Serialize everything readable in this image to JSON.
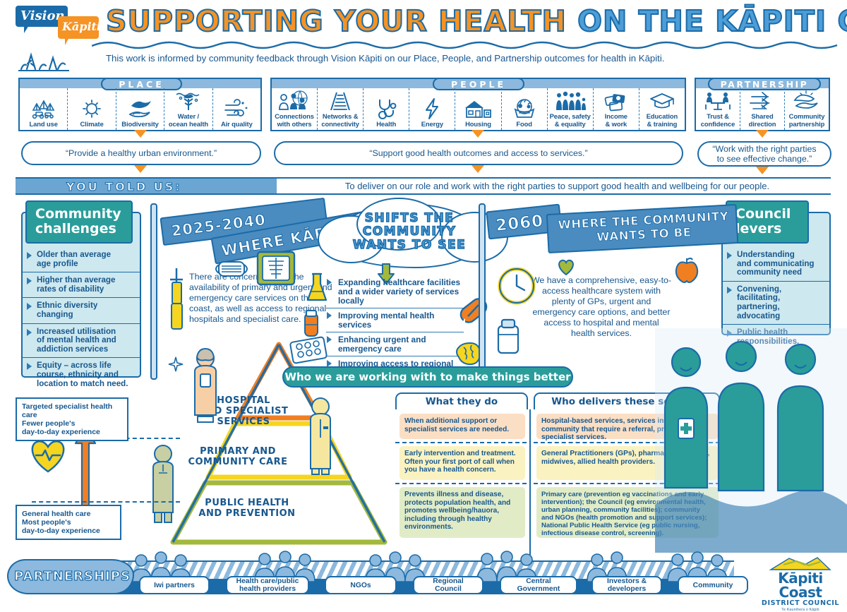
{
  "header": {
    "logo": {
      "line1": "Vision",
      "line2": "Kāpiti"
    },
    "title_parts": [
      {
        "text": "SUPPORTING YOUR HEALTH",
        "color": "#f59324"
      },
      {
        "text": "ON THE KĀPITI COAST",
        "color": "#4d9ed6"
      }
    ],
    "title_full": "SUPPORTING YOUR HEALTH ON THE KĀPITI COAST",
    "subtitle": "This work is informed by community feedback through Vision Kāpiti on our Place, People, and Partnership outcomes for health in Kāpiti."
  },
  "outcomes": {
    "place": {
      "title": "PLACE",
      "quote": "“Provide a healthy urban environment.”",
      "items": [
        {
          "label": "Land use",
          "icon": "land-use-icon"
        },
        {
          "label": "Climate",
          "icon": "sun-climate-icon"
        },
        {
          "label": "Biodiversity",
          "icon": "bird-lizard-icon"
        },
        {
          "label": "Water /\nocean health",
          "icon": "water-plant-icon"
        },
        {
          "label": "Air quality",
          "icon": "wind-icon"
        }
      ]
    },
    "people": {
      "title": "PEOPLE",
      "quote": "“Support good health outcomes and access to services.”",
      "items": [
        {
          "label": "Connections\nwith others",
          "icon": "people-connections-icon"
        },
        {
          "label": "Networks &\nconnectivity",
          "icon": "railway-icon"
        },
        {
          "label": "Health",
          "icon": "stethoscope-icon"
        },
        {
          "label": "Energy",
          "icon": "lightning-bolt-icon"
        },
        {
          "label": "Housing",
          "icon": "house-icon"
        },
        {
          "label": "Food",
          "icon": "food-basket-icon"
        },
        {
          "label": "Peace, safety\n& equality",
          "icon": "people-group-icon"
        },
        {
          "label": "Income\n& work",
          "icon": "money-work-icon"
        },
        {
          "label": "Education\n& training",
          "icon": "graduation-cap-icon"
        }
      ]
    },
    "partnership": {
      "title": "PARTNERSHIP",
      "quote": "“Work with the right parties\nto see effective change.”",
      "items": [
        {
          "label": "Trust &\nconfidence",
          "icon": "meeting-table-icon"
        },
        {
          "label": "Shared\ndirection",
          "icon": "arrows-direction-icon"
        },
        {
          "label": "Community\npartnership",
          "icon": "helping-hands-icon"
        }
      ]
    }
  },
  "you_told_us": {
    "label": "YOU TOLD US:",
    "text": "To deliver on our role and work with the right parties to support good health and wellbeing for our people."
  },
  "community_challenges": {
    "title": "Community\nchallenges",
    "items": [
      "Older than average\nage profile",
      "Higher than average\nrates of disability",
      "Ethnic diversity changing",
      "Increased utilisation\nof mental health and\naddiction services",
      "Equity – across life\ncourse, ethnicity and\nlocation to match need."
    ]
  },
  "council_levers": {
    "title": "Council\nlevers",
    "items": [
      "Understanding\nand communicating\ncommunity need",
      "Convening, facilitating,\npartnering, advocating",
      "Public health\nresponsibilities."
    ]
  },
  "timeline": {
    "current": {
      "years": "2025-2040",
      "heading": "WHERE KĀPITI IS",
      "body": "There are concerns about the availability of primary and urgent and emergency care services on the coast, as well as access to regional hospitals and specialist care."
    },
    "shifts": {
      "title": "SHIFTS THE\nCOMMUNITY\nWANTS TO SEE",
      "items": [
        "Expanding healthcare facilities and a wider variety of services locally",
        "Improving mental health services",
        "Enhancing urgent and emergency care",
        "Improving access to regional hospital services."
      ]
    },
    "future": {
      "years": "2060",
      "heading": "WHERE THE COMMUNITY\nWANTS TO BE",
      "body": "We have a comprehensive, easy-to-access healthcare system with plenty of GPs, urgent and emergency care options, and better access to hospital and mental health services."
    }
  },
  "working_with_bar": "Who we are working with to make things better",
  "pyramid": {
    "tiers": [
      {
        "label": "HOSPITAL\nAND SPECIALIST\nSERVICES",
        "color": "#f07f22"
      },
      {
        "label": "PRIMARY AND\nCOMMUNITY CARE",
        "color": "#f5d520"
      },
      {
        "label": "PUBLIC HEALTH\nAND PREVENTION",
        "color": "#a3b93c"
      }
    ],
    "callout_top": "Targeted specialist health care\nFewer people's\nday-to-day experience",
    "callout_bottom": "General health care\nMost people's\nday-to-day experience"
  },
  "services_table": {
    "col1_header": "What they do",
    "col2_header": "Who delivers these services",
    "rows": [
      {
        "what": "When additional support or specialist services are needed.",
        "who": "Hospital-based services, services in the community that require a referral, private specialist services.",
        "color": "#fbdfc4"
      },
      {
        "what": "Early intervention and treatment. Often your first port of call when you have a health concern.",
        "who": "General Practitioners (GPs), pharmacists, nurses, midwives, allied health providers.",
        "color": "#faf2c0"
      },
      {
        "what": "Prevents illness and disease, protects population health, and promotes wellbeing/hauora, including through healthy environments.",
        "who": "Primary care (prevention eg vaccinations and early intervention); the Council (eg environmental health, urban planning, community facilities); community and NGOs (health promotion and support services); National Public Health Service (eg public nursing, infectious disease control, screening).",
        "color": "#e1ecc6"
      }
    ]
  },
  "partnerships": {
    "label": "PARTNERSHIPS",
    "chips": [
      "Iwi partners",
      "Health care/public\nhealth providers",
      "NGOs",
      "Regional\nCouncil",
      "Central\nGovernment",
      "Investors &\ndevelopers",
      "Community"
    ]
  },
  "council_logo": {
    "name": "Kāpiti Coast",
    "subtitle": "DISTRICT COUNCIL",
    "maori": "Te Kaunihera o Kāpiti"
  },
  "colors": {
    "blue_dark": "#1b6ba8",
    "blue_mid": "#4d9ed6",
    "blue_pale": "#8cb9dd",
    "orange": "#f59324",
    "teal": "#2a9d9b",
    "teal_pale": "#cde8ef",
    "yellow": "#f5d520",
    "green": "#a3b93c"
  }
}
